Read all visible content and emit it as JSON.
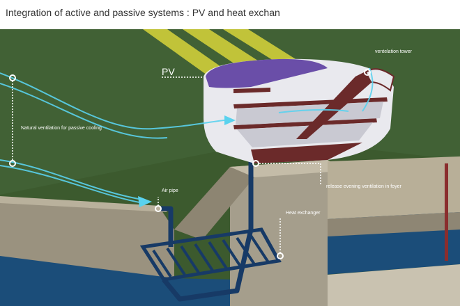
{
  "title": "Integration of active and passive systems : PV and  heat exchan",
  "labels": {
    "pv": "PV",
    "ventilation_tower": "ventelation  tower",
    "natural_ventilation": "Natural ventilation for passive cooling",
    "release_ventilation": "release  evening ventilation in foyer",
    "air_pipe": "Air pipe",
    "heat_exchanger": "Heat exchanger"
  },
  "colors": {
    "grass": "#3c5a2e",
    "ground": "#a59e8c",
    "water": "#1b4d79",
    "pipe": "#173a66",
    "pv_panel": "#6a4ea8",
    "sun_rays": "#d8d53a",
    "airflow": "#5ad2ee",
    "building": "#e9e9ee",
    "structure": "#6b2a2a"
  }
}
